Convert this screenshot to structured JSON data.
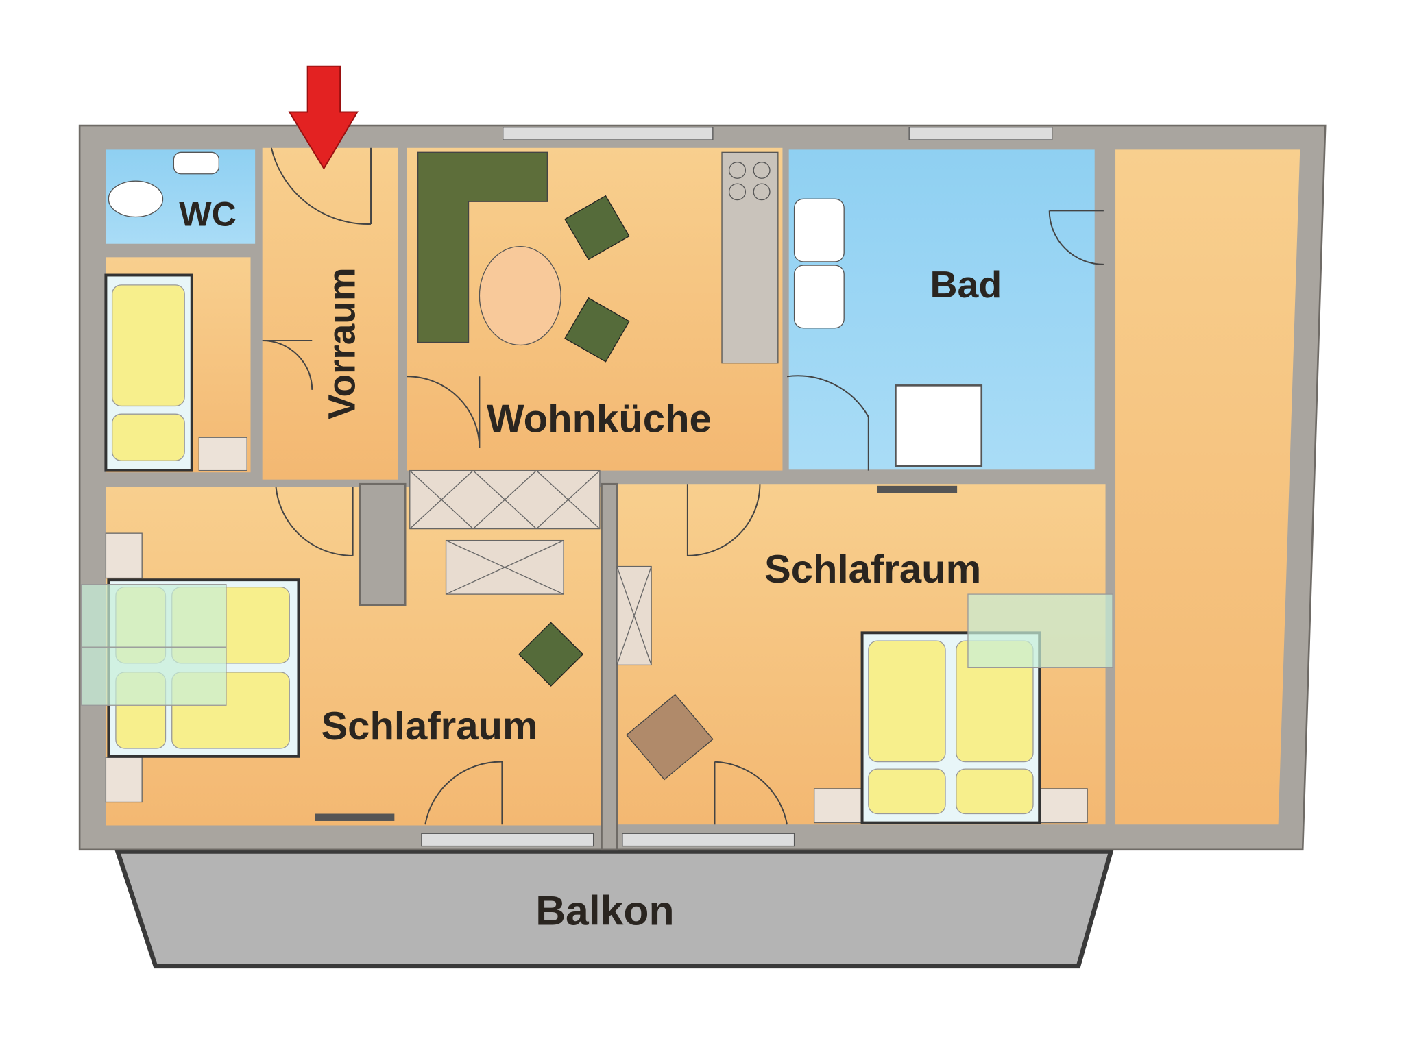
{
  "plan": {
    "rooms": {
      "wc": "WC",
      "vorraum": "Vorraum",
      "wohnkueche": "Wohnküche",
      "bad": "Bad",
      "schlafraum_left": "Schlafraum",
      "schlafraum_right": "Schlafraum",
      "balkon": "Balkon"
    },
    "colors": {
      "floor": "#f6c27c",
      "wet_room": "#8fd0f2",
      "wall": "#a9a59f",
      "balcony": "#b4b4b4",
      "entrance_arrow": "#e32222",
      "bed": "#f7ef8c",
      "chair": "#556b3a"
    },
    "entrance_icon": "arrow-down-icon"
  }
}
